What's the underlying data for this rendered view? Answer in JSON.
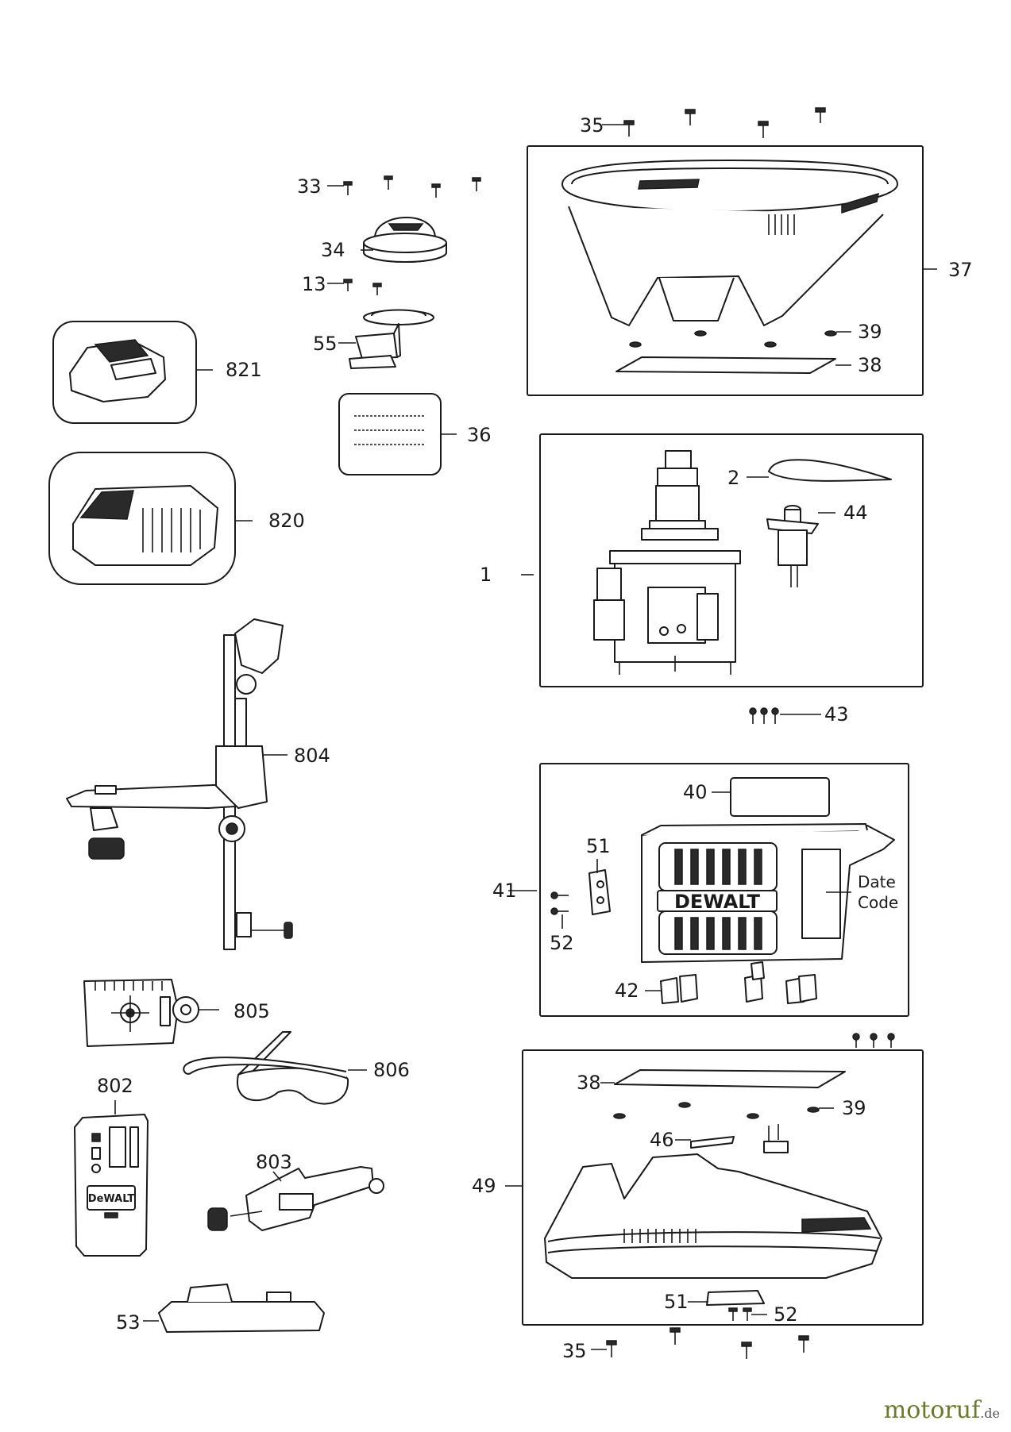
{
  "watermark": {
    "brand": "motoruf",
    "suffix": ".de",
    "brand_color": "#6c7a2a"
  },
  "brand_labels": {
    "housing": "DEWALT",
    "detector": "DeWALT"
  },
  "date_code": {
    "line1": "Date",
    "line2": "Code"
  },
  "callouts": {
    "c35_top": "35",
    "c33": "33",
    "c34": "34",
    "c13": "13",
    "c55": "55",
    "c36": "36",
    "c37": "37",
    "c39_top": "39",
    "c38_top": "38",
    "c821": "821",
    "c820": "820",
    "c2": "2",
    "c44": "44",
    "c1": "1",
    "c43": "43",
    "c804": "804",
    "c40": "40",
    "c51_top": "51",
    "c41": "41",
    "c52_top": "52",
    "c42": "42",
    "c805": "805",
    "c806": "806",
    "c802": "802",
    "c803": "803",
    "c38_bot": "38",
    "c39_bot": "39",
    "c46": "46",
    "c49": "49",
    "c51_bot": "51",
    "c52_bot": "52",
    "c53": "53",
    "c35_bot": "35"
  }
}
